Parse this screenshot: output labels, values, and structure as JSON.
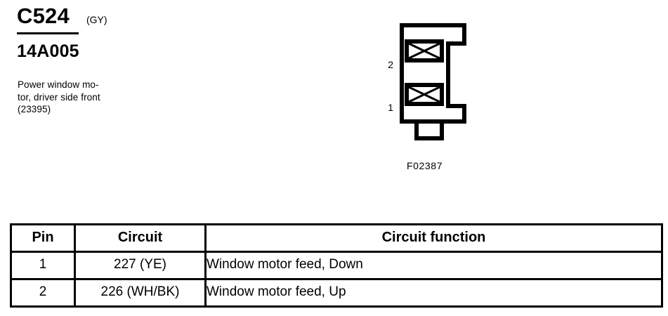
{
  "identification": {
    "connector_id": "C524",
    "connector_color": "(GY)",
    "part_number": "14A005",
    "description": "Power window motor, driver side front (23395)",
    "description_line1": "Power window mo-",
    "description_line2": "tor, driver side front",
    "description_line3": "(23395)"
  },
  "connector_figure": {
    "figure_code": "F02387",
    "pin_labels": [
      "2",
      "1"
    ],
    "terminal_count": 2,
    "outline_color": "#000000"
  },
  "pin_table": {
    "headers": [
      "Pin",
      "Circuit",
      "Circuit function"
    ],
    "rows": [
      {
        "pin": "1",
        "circuit": "227 (YE)",
        "function": "Window motor feed, Down"
      },
      {
        "pin": "2",
        "circuit": "226 (WH/BK)",
        "function": "Window motor feed, Up"
      }
    ]
  },
  "colors": {
    "ink": "#000000",
    "page": "#ffffff"
  }
}
